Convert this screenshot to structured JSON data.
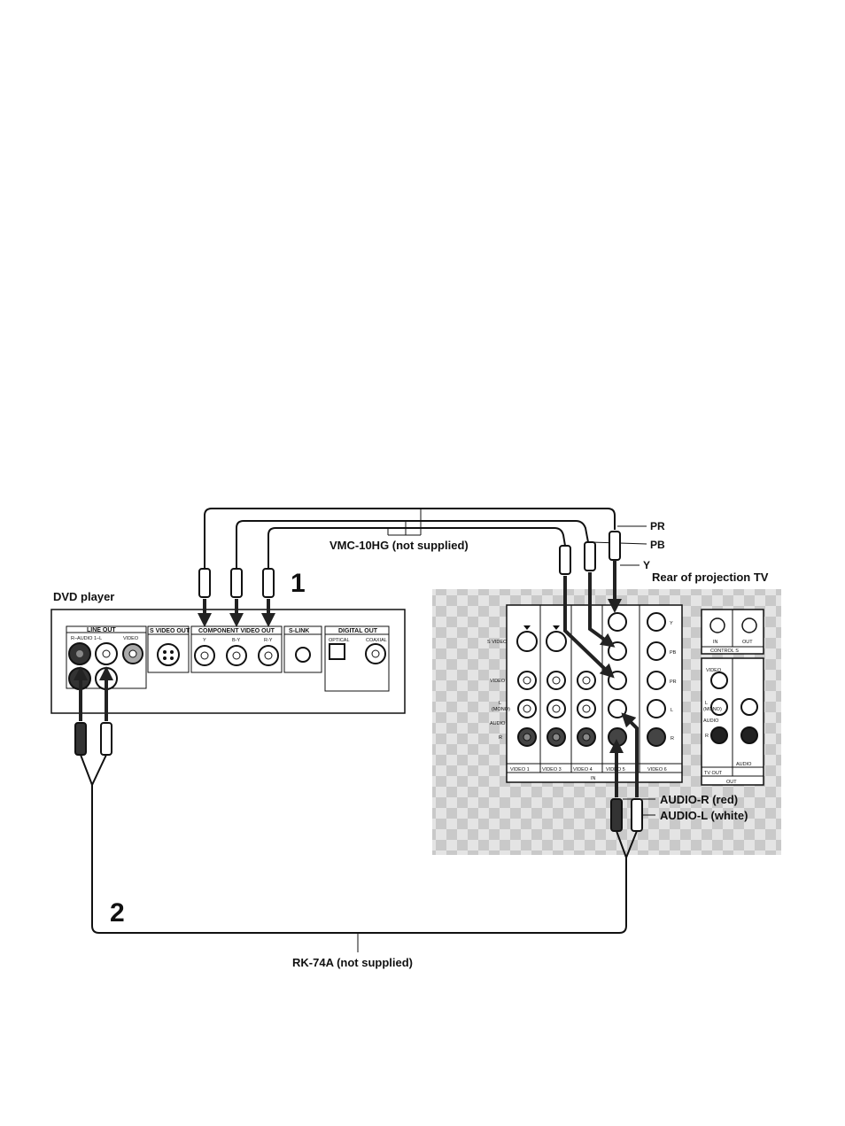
{
  "cable_component": {
    "label": "VMC-10HG (not supplied)"
  },
  "cable_audio": {
    "label": "RK-74A (not supplied)"
  },
  "steps": {
    "one": "1",
    "two": "2"
  },
  "plugs": {
    "pr": "PR",
    "pb": "PB",
    "y": "Y",
    "audio_r": "AUDIO-R (red)",
    "audio_l": "AUDIO-L (white)"
  },
  "dvd": {
    "title": "DVD player",
    "line_out": "LINE OUT",
    "r_audio_l": "R–AUDIO 1–L",
    "video": "VIDEO",
    "s_video_out": "S VIDEO OUT",
    "component_video_out": "COMPONENT VIDEO OUT",
    "y": "Y",
    "b_y": "B-Y",
    "r_y": "R-Y",
    "s_link": "S-LINK",
    "digital_out": "DIGITAL OUT",
    "optical": "OPTICAL",
    "coaxial": "COAXIAL"
  },
  "tv": {
    "title": "Rear of projection TV",
    "s_video": "S VIDEO",
    "video_row": "VIDEO",
    "l": "L",
    "mono": "(MONO)",
    "audio": "AUDIO",
    "r": "R",
    "y": "Y",
    "pb": "PB",
    "pr": "PR",
    "video1": "VIDEO 1",
    "video3": "VIDEO 3",
    "video4": "VIDEO 4",
    "video5": "VIDEO 5",
    "video6": "VIDEO 6",
    "in": "IN",
    "control_in": "IN",
    "control_out": "OUT",
    "control_s": "CONTROL S",
    "tv_out": "TV OUT",
    "audio_varfixed": "AUDIO",
    "out": "OUT"
  }
}
